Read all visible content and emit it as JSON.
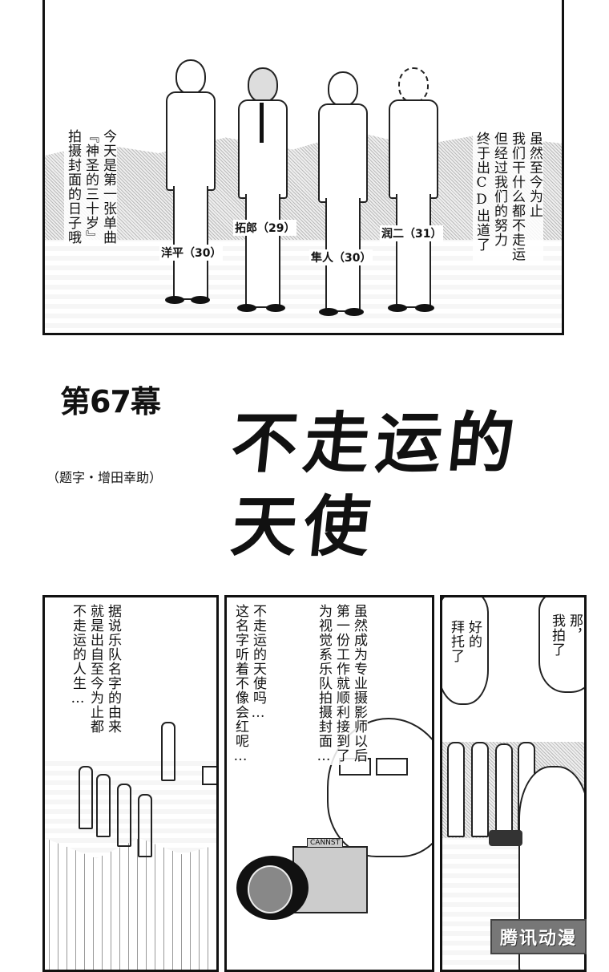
{
  "top_panel": {
    "narration_left": [
      "今天是第一张单曲",
      "『神圣的三十岁』",
      "拍摄封面的日子哦"
    ],
    "narration_right": [
      "虽然至今为止",
      "我们干什么都不走运",
      "但经过我们的努力",
      "终于出CD出道了"
    ],
    "members": [
      {
        "name": "洋平",
        "age": "（30）"
      },
      {
        "name": "拓郎",
        "age": "（29）"
      },
      {
        "name": "隼人",
        "age": "（30）"
      },
      {
        "name": "润二",
        "age": "（31）"
      }
    ]
  },
  "title_block": {
    "chapter": "第67幕",
    "title_line1": "不走运的",
    "title_line2": "天使",
    "credit": "（题字・增田幸助）"
  },
  "bottom_panels": {
    "panel1": {
      "text": [
        "据说乐队名字的由来",
        "就是出自至今为止都",
        "不走运的人生…"
      ]
    },
    "panel2": {
      "text_right": [
        "虽然成为专业摄影师以后",
        "第一份工作就顺利接到了",
        "为视觉系乐队拍摄封面…"
      ],
      "text_left": [
        "不走运的天使吗…",
        "这名字听着不像会红呢…"
      ],
      "camera_brand": "CANNST"
    },
    "panel3": {
      "bubble_left": [
        "好的",
        "拜托了"
      ],
      "bubble_right": [
        "那，",
        "我拍",
        "了"
      ]
    }
  },
  "watermark": {
    "text": "腾讯动漫"
  },
  "colors": {
    "ink": "#111111",
    "paper": "#ffffff",
    "screentone": "#bbbbbb"
  }
}
